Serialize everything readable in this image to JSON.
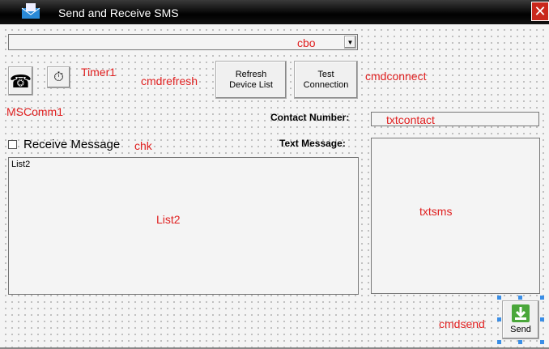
{
  "window": {
    "title": "Send and Receive SMS",
    "close_icon": "close-icon",
    "app_icon": "envelope-icon"
  },
  "controls": {
    "cbo": "cbo",
    "timer": "Timer1",
    "cmdrefresh": "cmdrefresh",
    "cmdconnect": "cmdconnect",
    "mscomm": "MSComm1",
    "refresh_label": "Refresh Device List",
    "test_label": "Test Connection",
    "contact_label": "Contact Number:",
    "txtcontact": "txtcontact",
    "receive_label": "Receive Message",
    "chk": "chk",
    "text_message_label": "Text Message:",
    "list_item": "List2",
    "list_name": "List2",
    "txtsms": "txtsms",
    "cmdsend": "cmdsend",
    "send_label": "Send"
  },
  "colors": {
    "annotation": "#e02020",
    "selection": "#3a8ee6"
  }
}
